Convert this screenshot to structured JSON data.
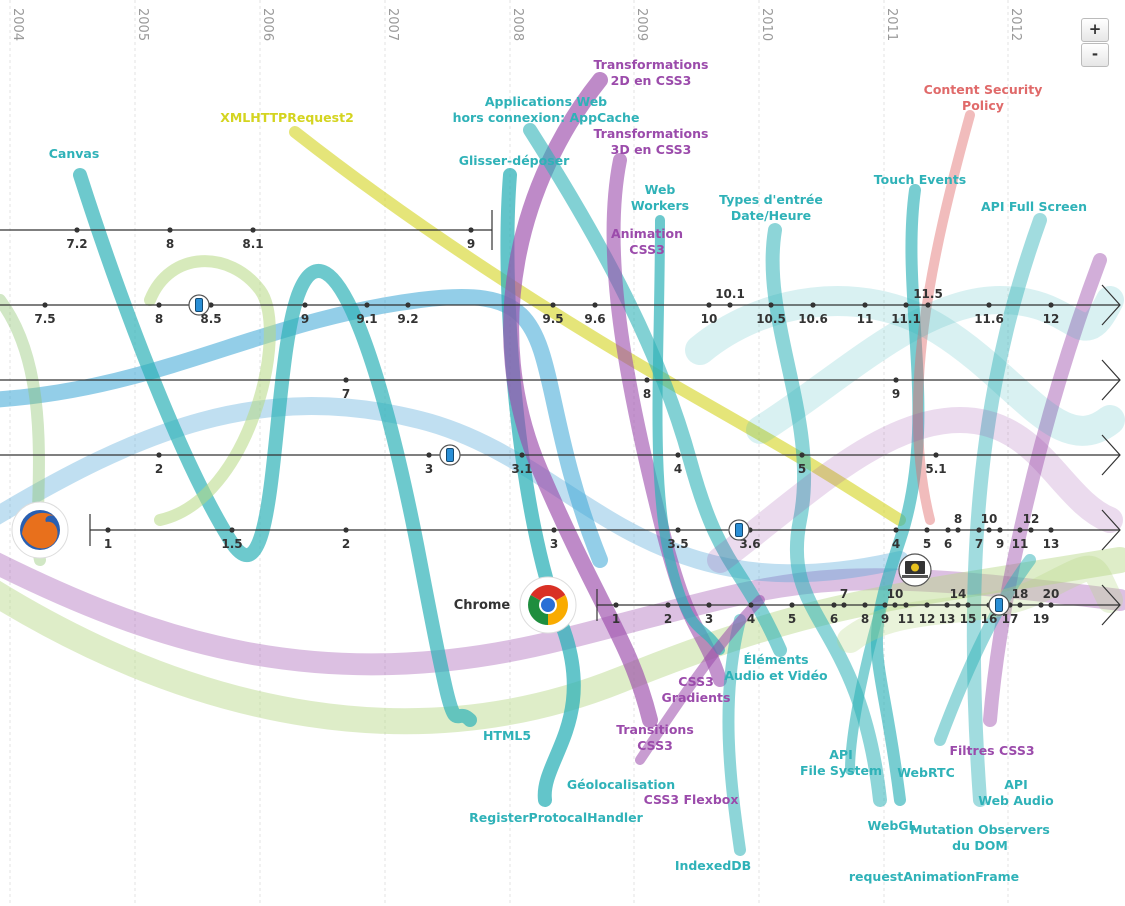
{
  "zoom": {
    "in_label": "+",
    "out_label": "-"
  },
  "chart_data": {
    "type": "timeline",
    "years": [
      "2004",
      "2005",
      "2006",
      "2007",
      "2008",
      "2009",
      "2010",
      "2011",
      "2012"
    ],
    "rows": [
      {
        "id": "ie",
        "name": "",
        "icon": "internet-explorer-icon",
        "releases": [
          "7.2",
          "8",
          "8.1",
          "9"
        ]
      },
      {
        "id": "opera",
        "name": "",
        "icon": "opera-icon",
        "releases": [
          "7.5",
          "8",
          "8.5",
          "9",
          "9.1",
          "9.2",
          "9.5",
          "9.6",
          "10",
          "10.1",
          "10.5",
          "10.6",
          "11",
          "11.1",
          "11.5",
          "11.6",
          "12"
        ],
        "mobile_marker_at": "8.5"
      },
      {
        "id": "ie-main",
        "name": "",
        "icon": "internet-explorer-icon",
        "releases": [
          "7",
          "8",
          "9"
        ]
      },
      {
        "id": "safari",
        "name": "",
        "icon": "safari-icon",
        "releases": [
          "2",
          "3",
          "3.1",
          "4",
          "5",
          "5.1"
        ],
        "mobile_marker_at": "3"
      },
      {
        "id": "firefox",
        "name": "",
        "icon": "firefox-icon",
        "releases": [
          "1",
          "1.5",
          "2",
          "3",
          "3.5",
          "3.6",
          "4",
          "5",
          "6",
          "7",
          "8",
          "9",
          "10",
          "11",
          "12",
          "13"
        ],
        "mobile_marker_at": "3.6"
      },
      {
        "id": "chrome",
        "name": "Chrome",
        "icon": "chrome-icon",
        "releases": [
          "1",
          "2",
          "3",
          "4",
          "5",
          "6",
          "7",
          "8",
          "9",
          "10",
          "11",
          "12",
          "13",
          "14",
          "15",
          "16",
          "17",
          "18",
          "19",
          "20"
        ],
        "mobile_marker_at": "16",
        "os_marker_at": "11"
      }
    ],
    "features": [
      {
        "label": [
          "Transformations",
          "2D en CSS3"
        ],
        "color": "#9b4bab"
      },
      {
        "label": [
          "Applications Web",
          "hors connexion: AppCache"
        ],
        "color": "#2fb2b8"
      },
      {
        "label": [
          "Transformations",
          "3D en CSS3"
        ],
        "color": "#9b4bab"
      },
      {
        "label": [
          "XMLHTTPRequest2"
        ],
        "color": "#d4d420"
      },
      {
        "label": [
          "Content Security",
          "Policy"
        ],
        "color": "#e06a6a"
      },
      {
        "label": [
          "Canvas"
        ],
        "color": "#2fb2b8"
      },
      {
        "label": [
          "Glisser-déposer"
        ],
        "color": "#2fb2b8"
      },
      {
        "label": [
          "Web",
          "Workers"
        ],
        "color": "#2fb2b8"
      },
      {
        "label": [
          "Types d'entrée",
          "Date/Heure"
        ],
        "color": "#2fb2b8"
      },
      {
        "label": [
          "Touch Events"
        ],
        "color": "#2fb2b8"
      },
      {
        "label": [
          "API Full Screen"
        ],
        "color": "#2fb2b8"
      },
      {
        "label": [
          "Animation",
          "CSS3"
        ],
        "color": "#9b4bab"
      },
      {
        "label": [
          "Éléments",
          "Audio et Vidéo"
        ],
        "color": "#2fb2b8"
      },
      {
        "label": [
          "CSS3",
          "Gradients"
        ],
        "color": "#9b4bab"
      },
      {
        "label": [
          "HTML5"
        ],
        "color": "#2fb2b8"
      },
      {
        "label": [
          "Transitions",
          "CSS3"
        ],
        "color": "#9b4bab"
      },
      {
        "label": [
          "Géolocalisation"
        ],
        "color": "#2fb2b8"
      },
      {
        "label": [
          "CSS3 Flexbox"
        ],
        "color": "#9b4bab"
      },
      {
        "label": [
          "RegisterProtocalHandler"
        ],
        "color": "#2fb2b8"
      },
      {
        "label": [
          "API",
          "File System"
        ],
        "color": "#2fb2b8"
      },
      {
        "label": [
          "WebRTC"
        ],
        "color": "#2fb2b8"
      },
      {
        "label": [
          "Filtres CSS3"
        ],
        "color": "#9b4bab"
      },
      {
        "label": [
          "API",
          "Web Audio"
        ],
        "color": "#2fb2b8"
      },
      {
        "label": [
          "WebGL"
        ],
        "color": "#2fb2b8"
      },
      {
        "label": [
          "Mutation Observers",
          "du DOM"
        ],
        "color": "#2fb2b8"
      },
      {
        "label": [
          "IndexedDB"
        ],
        "color": "#2fb2b8"
      },
      {
        "label": [
          "requestAnimationFrame"
        ],
        "color": "#2fb2b8"
      }
    ]
  }
}
